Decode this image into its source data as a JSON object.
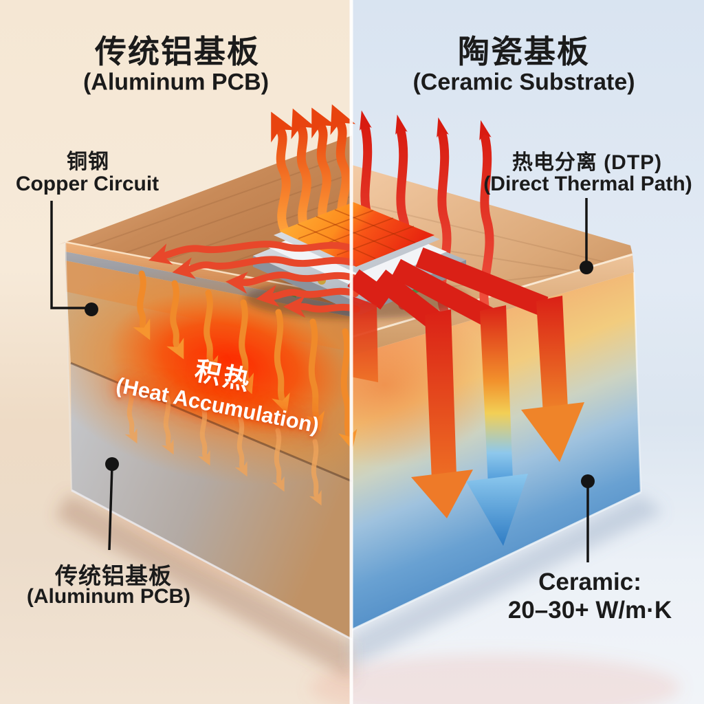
{
  "left_panel": {
    "title_zh": "传统铝基板",
    "title_en": "(Aluminum PCB)",
    "copper_label_zh": "铜钢",
    "copper_label_en": "Copper Circuit",
    "heat_zh": "积热",
    "heat_en": "(Heat Accumulation)",
    "substrate_label_zh": "传统铝基板",
    "substrate_label_en": "(Aluminum PCB)"
  },
  "right_panel": {
    "title_zh": "陶瓷基板",
    "title_en": "(Ceramic Substrate)",
    "dtp_label_zh": "热电分离 (DTP)",
    "dtp_label_en": "(Direct Thermal Path)",
    "ceramic_value_line1": "Ceramic:",
    "ceramic_value_line2": "20–30+ W/m·K"
  },
  "colors": {
    "heat_core": "#ff2800",
    "heat_orange": "#f07422",
    "arrow_red": "#da2016",
    "cool_blue": "#3f93d6",
    "copper": "#c98f62",
    "aluminum": "#b9bcc1",
    "background_left": "#f5e7d4",
    "background_right": "#d9e4f1",
    "divider": "#ffffff",
    "label_text": "#1b1b1b",
    "heat_text": "#ffffff"
  }
}
